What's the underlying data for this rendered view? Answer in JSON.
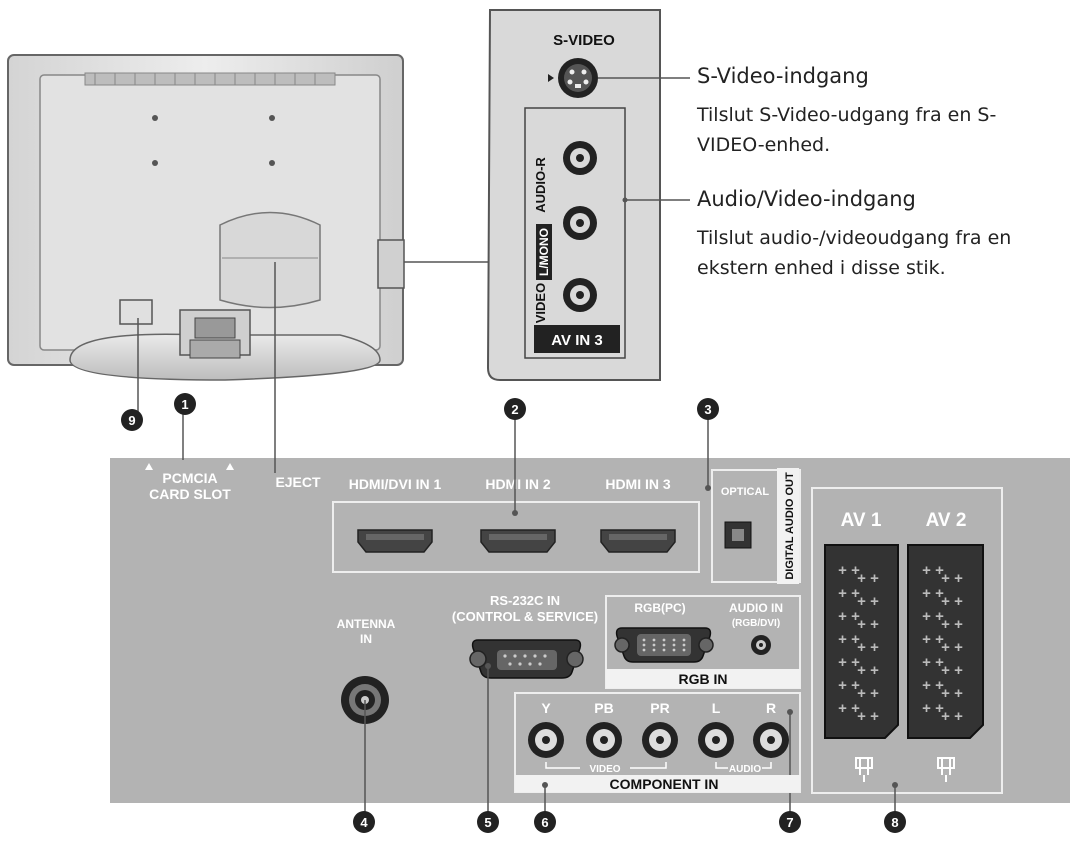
{
  "side_panel": {
    "s_video_label": "S-VIDEO",
    "audio_r_label": "AUDIO-R",
    "mono_label": "L/MONO",
    "video_label": "VIDEO",
    "av_in3_label": "AV IN 3"
  },
  "captions": {
    "svideo_title": "S-Video-indgang",
    "svideo_line1": "Tilslut S-Video-udgang fra en S-",
    "svideo_line2": "VIDEO-enhed.",
    "av_title": "Audio/Video-indgang",
    "av_line1": "Tilslut audio-/videoudgang fra en",
    "av_line2": "ekstern enhed i disse stik."
  },
  "rear_panel": {
    "pcmcia_line1": "PCMCIA",
    "pcmcia_line2": "CARD SLOT",
    "eject": "EJECT",
    "hdmi1": "HDMI/DVI IN 1",
    "hdmi2": "HDMI IN 2",
    "hdmi3": "HDMI IN 3",
    "optical": "OPTICAL",
    "digital_audio_out": "DIGITAL AUDIO OUT",
    "av1": "AV 1",
    "av2": "AV 2",
    "rs232_line1": "RS-232C IN",
    "rs232_line2": "(CONTROL & SERVICE)",
    "rgb_pc": "RGB(PC)",
    "audio_in_line1": "AUDIO IN",
    "audio_in_line2": "(RGB/DVI)",
    "rgb_in": "RGB IN",
    "antenna_line1": "ANTENNA",
    "antenna_line2": "IN",
    "comp_y": "Y",
    "comp_pb": "PB",
    "comp_pr": "PR",
    "comp_l": "L",
    "comp_r": "R",
    "comp_video": "VIDEO",
    "comp_audio": "AUDIO",
    "component_in": "COMPONENT IN"
  },
  "callouts": [
    "9",
    "1",
    "2",
    "3",
    "4",
    "5",
    "6",
    "7",
    "8"
  ]
}
